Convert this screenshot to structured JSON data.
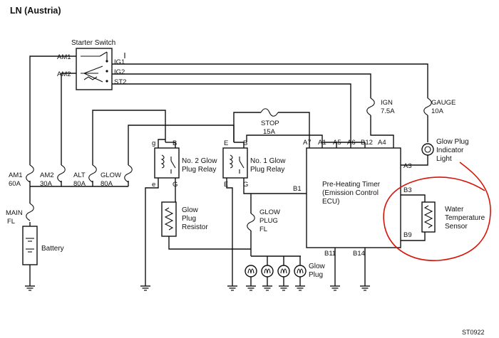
{
  "title": "LN (Austria)",
  "code": "ST0922",
  "starter_switch": {
    "label": "Starter Switch",
    "terminals": [
      "AM1",
      "AM2",
      "IG1",
      "IG2",
      "ST2"
    ]
  },
  "fuses": {
    "am1": [
      "AM1",
      "60A"
    ],
    "am2": [
      "AM2",
      "30A"
    ],
    "alt": [
      "ALT",
      "80A"
    ],
    "glow": [
      "GLOW",
      "80A"
    ],
    "main": [
      "MAIN",
      "FL"
    ],
    "stop": [
      "STOP",
      "15A"
    ],
    "ign": [
      "IGN",
      "7.5A"
    ],
    "gauge": [
      "GAUGE",
      "10A"
    ],
    "glow_plug_fl": [
      "GLOW",
      "PLUG",
      "FL"
    ]
  },
  "components": {
    "battery": "Battery",
    "relay2": [
      "No. 2 Glow",
      "Plug Relay"
    ],
    "relay1": [
      "No. 1 Glow",
      "Plug Relay"
    ],
    "resistor": [
      "Glow",
      "Plug",
      "Resistor"
    ],
    "indicator": [
      "Glow Plug",
      "Indicator",
      "Light"
    ],
    "glow_plug": [
      "Glow",
      "Plug"
    ],
    "ecu": [
      "Pre-Heating Timer",
      "(Emission Control",
      "ECU)"
    ],
    "water_sensor": [
      "Water",
      "Temperature",
      "Sensor"
    ]
  },
  "relay_pins": {
    "relay2": [
      "g",
      "B",
      "e",
      "G"
    ],
    "relay1": [
      "E",
      "B",
      "E",
      "G"
    ]
  },
  "ecu_pins": [
    "A7",
    "A1",
    "A5",
    "A6",
    "B12",
    "A4",
    "A3",
    "B3",
    "B9",
    "B1",
    "B11",
    "B14"
  ],
  "highlight_color": "#d8140a"
}
